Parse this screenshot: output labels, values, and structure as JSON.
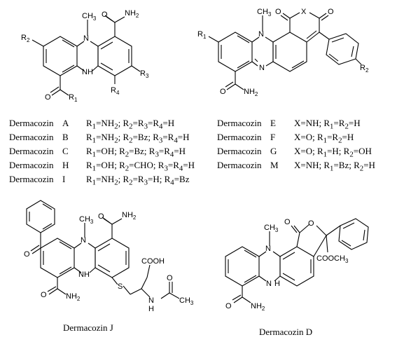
{
  "atoms": {
    "N": "N",
    "NH": "NH",
    "H": "H",
    "O": "O",
    "X": "X",
    "S": "S",
    "CH3": "CH",
    "NH2": "NH",
    "COOH": "COOH",
    "COOCH3": "COOCH",
    "R1": "R",
    "R2": "R",
    "R3": "R",
    "R4": "R",
    "sub1": "1",
    "sub2": "2",
    "sub3": "3",
    "sub4": "4"
  },
  "variants_left": [
    {
      "name": "Dermacozin",
      "letter": "A",
      "def": "R1=NH2; R2=R3=R4=H"
    },
    {
      "name": "Dermacozin",
      "letter": "B",
      "def": "R1=NH2; R2=Bz; R3=R4=H"
    },
    {
      "name": "Dermacozin",
      "letter": "C",
      "def": "R1=OH; R2=Bz; R3=R4=H"
    },
    {
      "name": "Dermacozin",
      "letter": "H",
      "def": "R1=OH; R2=CHO; R3=R4=H"
    },
    {
      "name": "Dermacozin",
      "letter": "I",
      "def": "R1=NH2; R2=R3=H; R4=Bz"
    }
  ],
  "variants_right": [
    {
      "name": "Dermacozin",
      "letter": "E",
      "def": "X=NH; R1=R2=H"
    },
    {
      "name": "Dermacozin",
      "letter": "F",
      "def": "X=O; R1=R2=H"
    },
    {
      "name": "Dermacozin",
      "letter": "G",
      "def": "X=O; R1=H; R2=OH"
    },
    {
      "name": "Dermacozin",
      "letter": "M",
      "def": "X=NH; R1=Bz; R2=H"
    }
  ],
  "captions": {
    "j": "Dermacozin J",
    "d": "Dermacozin D"
  }
}
